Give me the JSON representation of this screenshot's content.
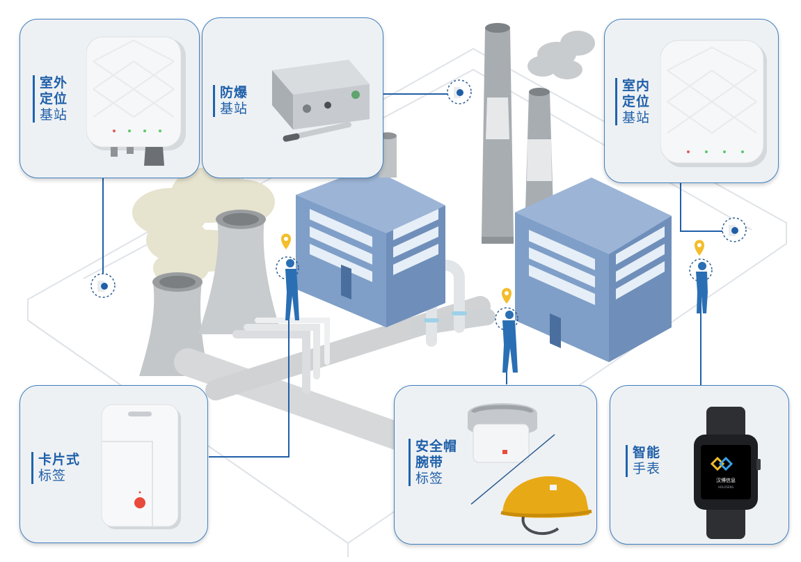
{
  "cards": {
    "outdoor_station": {
      "lines_bold": [
        "室外",
        "定位"
      ],
      "lines_normal": [
        "基站"
      ]
    },
    "explosion_proof_station": {
      "lines_bold": [
        "防爆"
      ],
      "lines_normal": [
        "基站"
      ]
    },
    "indoor_station": {
      "lines_bold": [
        "室内",
        "定位"
      ],
      "lines_normal": [
        "基站"
      ]
    },
    "card_tag": {
      "lines_bold": [
        "卡片式"
      ],
      "lines_normal": [
        "标签"
      ]
    },
    "helmet_wristband_tag": {
      "lines_bold": [
        "安全帽",
        "腕带"
      ],
      "lines_normal": [
        "标签"
      ]
    },
    "smart_watch": {
      "lines_bold": [
        "智能"
      ],
      "lines_normal": [
        "手表"
      ]
    }
  },
  "watch_screen_text": [
    "汉博信息",
    "HOLOSENS"
  ],
  "colors": {
    "card_border": "#3f7fbf",
    "label_text": "#1f5fa8",
    "building_blue": "#7f9fc8",
    "pin_yellow": "#f3bd2b",
    "helmet_yellow": "#e8a916"
  }
}
